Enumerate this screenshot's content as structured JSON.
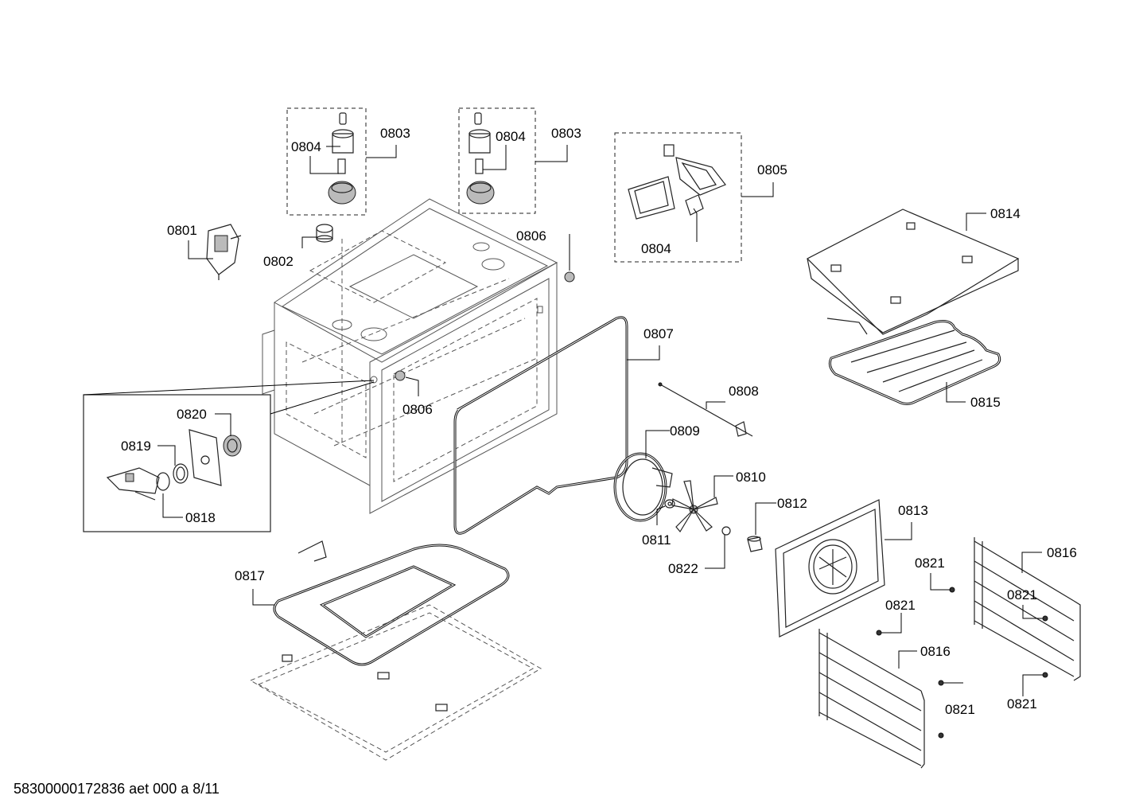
{
  "footer_text": "58300000172836 aet 000 a 8/11",
  "callouts": {
    "c0801": "0801",
    "c0802": "0802",
    "c0803a": "0803",
    "c0803b": "0803",
    "c0804a": "0804",
    "c0804b": "0804",
    "c0804c": "0804",
    "c0805": "0805",
    "c0806a": "0806",
    "c0806b": "0806",
    "c0807": "0807",
    "c0808": "0808",
    "c0809": "0809",
    "c0810": "0810",
    "c0811": "0811",
    "c0812": "0812",
    "c0813": "0813",
    "c0814": "0814",
    "c0815": "0815",
    "c0816a": "0816",
    "c0816b": "0816",
    "c0817": "0817",
    "c0818": "0818",
    "c0819": "0819",
    "c0820": "0820",
    "c0821a": "0821",
    "c0821b": "0821",
    "c0821c": "0821",
    "c0821d": "0821",
    "c0821e": "0821",
    "c0822": "0822"
  }
}
